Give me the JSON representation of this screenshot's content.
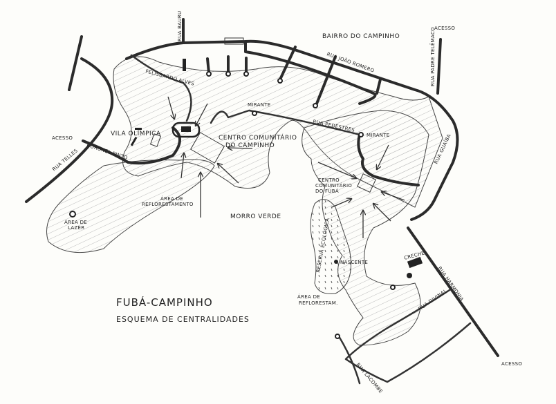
{
  "title": "FUBÁ-CAMPINHO",
  "subtitle": "ESQUEMA DE CENTRALIDADES",
  "labels": {
    "bairro": "BAIRRO DO CAMPINHO",
    "rua_bauru": "RUA BAURU",
    "rua_joao_romero": "RUA JOÃO ROMERO",
    "rua_padre_telemaco": "RUA PADRE TELÊMACO",
    "acesso_top": "ACESSO",
    "felisbardo_alves": "FELISBARDO ALVES",
    "mirante_1": "MIRANTE",
    "mirante_2": "MIRANTE",
    "rua_pedestres": "RUA PEDESTRES",
    "vila_olimpica": "VILA OLÍMPICA",
    "acesso_left": "ACESSO",
    "coronel_pinto": "CORONEL PINTO",
    "rua_telles": "RUA TELLES",
    "centro_campinho_1": "CENTRO COMUNITÁRIO",
    "centro_campinho_2": "DO CAMPINHO",
    "rua_guaiba": "RUA GUAÍBA",
    "area_reflorestamento_1": "ÁREA DE",
    "area_reflorestamento_2": "REFLORESTAMENTO",
    "area_lazer_1": "ÁREA DE",
    "area_lazer_2": "LAZER",
    "morro_verde": "MORRO VERDE",
    "centro_fuba_1": "CENTRO",
    "centro_fuba_2": "COMUNITÁRIO",
    "centro_fuba_3": "DO FUBÁ",
    "reserva_ecologica": "RESERVA ECOLÓGICA",
    "nascente": "NASCENTE",
    "creche": "CRECHE",
    "area_reflorest_2a": "ÁREA DE",
    "area_reflorest_2b": "REFLORESTAM.",
    "rua_harmonia": "RUA HARMONIA",
    "rua_divinal": "RUA DIVINAL",
    "rua_lacombe": "RUA LACOMBE",
    "acesso_bottom": "ACESSO"
  }
}
